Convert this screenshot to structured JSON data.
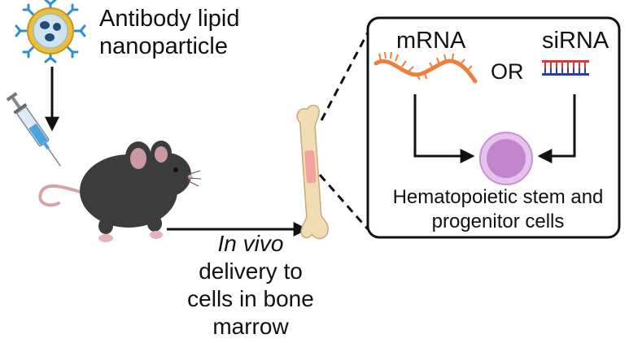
{
  "labels": {
    "lnp": "Antibody lipid nanoparticle",
    "delivery_italic": "In vivo",
    "delivery_rest": "delivery to cells in bone marrow",
    "mrna": "mRNA",
    "or": "OR",
    "sirna": "siRNA",
    "hspc": "Hematopoietic stem and progenitor cells"
  },
  "colors": {
    "mrna": "#f07e3c",
    "sirna_top": "#d93a3a",
    "sirna_bottom": "#2a3fa8",
    "cell": "#d9a9e0",
    "cell_nucleus": "#c185cc",
    "mouse": "#3c3c3c",
    "bone": "#f0ddb5",
    "marrow": "#f4a2a0",
    "antibody": "#2b8fd6",
    "lnp_shell": "#d9ab2a"
  },
  "icons": [
    "lnp-icon",
    "syringe-icon",
    "mouse-icon",
    "bone-icon",
    "mrna-icon",
    "sirna-icon",
    "hspc-cell-icon"
  ]
}
